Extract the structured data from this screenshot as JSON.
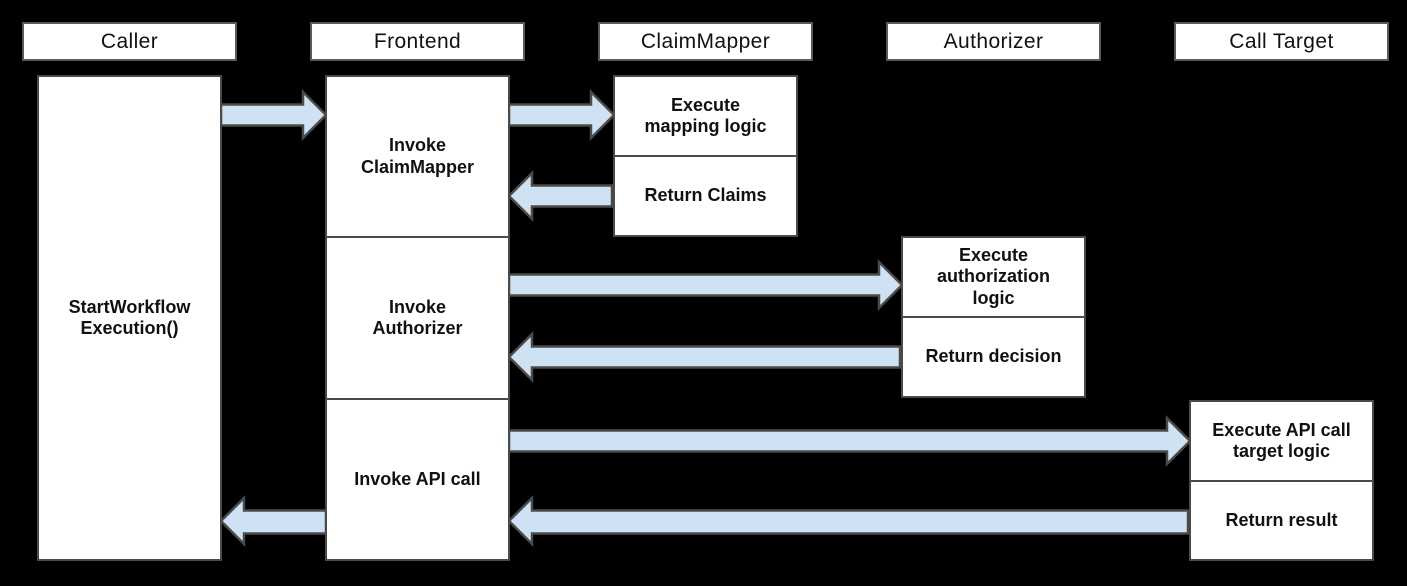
{
  "diagram": {
    "background": "#000000",
    "box_fill": "#ffffff",
    "box_border": "#4a4a4a",
    "header_border": "#5a5a5a",
    "arrow_fill": "#cfe2f3",
    "arrow_border": "#4a4a4a",
    "text_color": "#111111"
  },
  "actors": [
    {
      "label": "Caller"
    },
    {
      "label": "Frontend"
    },
    {
      "label": "ClaimMapper"
    },
    {
      "label": "Authorizer"
    },
    {
      "label": "Call Target"
    }
  ],
  "activations": {
    "caller": {
      "lines": [
        "StartWorkflow",
        "Execution()"
      ]
    },
    "frontend": [
      {
        "lines": [
          "Invoke",
          "ClaimMapper"
        ]
      },
      {
        "lines": [
          "Invoke",
          "Authorizer"
        ]
      },
      {
        "lines": [
          "Invoke API call"
        ]
      }
    ],
    "claimmapper": [
      {
        "lines": [
          "Execute",
          "mapping logic"
        ]
      },
      {
        "lines": [
          "Return Claims"
        ]
      }
    ],
    "authorizer": [
      {
        "lines": [
          "Execute",
          "authorization",
          "logic"
        ]
      },
      {
        "lines": [
          "Return decision"
        ]
      }
    ],
    "calltarget": [
      {
        "lines": [
          "Execute API call",
          "target logic"
        ]
      },
      {
        "lines": [
          "Return result"
        ]
      }
    ]
  },
  "flows": [
    {
      "from": "Caller",
      "to": "Frontend"
    },
    {
      "from": "Frontend",
      "to": "ClaimMapper"
    },
    {
      "from": "ClaimMapper",
      "to": "Frontend"
    },
    {
      "from": "Frontend",
      "to": "Authorizer"
    },
    {
      "from": "Authorizer",
      "to": "Frontend"
    },
    {
      "from": "Frontend",
      "to": "Call Target"
    },
    {
      "from": "Call Target",
      "to": "Frontend"
    },
    {
      "from": "Frontend",
      "to": "Caller"
    }
  ]
}
